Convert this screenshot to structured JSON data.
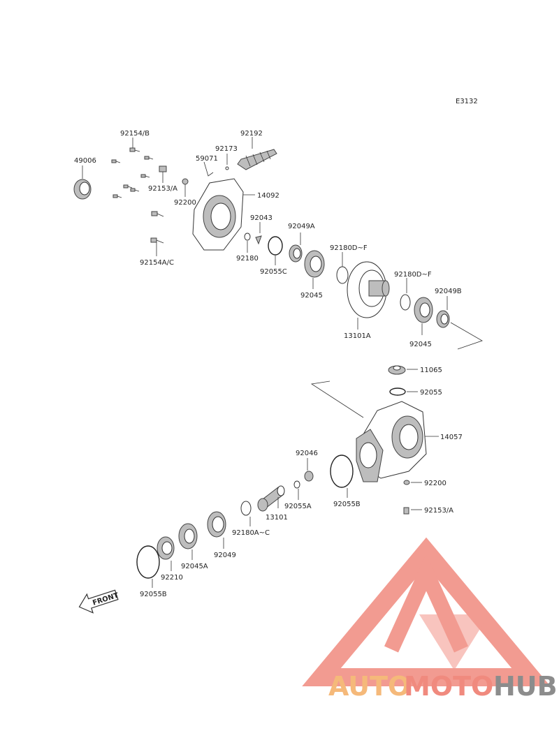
{
  "diagram": {
    "code": "E3132",
    "parts": {
      "p49006": "49006",
      "p92154B": "92154/B",
      "p92173": "92173",
      "p92192": "92192",
      "p59071": "59071",
      "p92153A_top": "92153/A",
      "p92200_top": "92200",
      "p14092": "14092",
      "p92043": "92043",
      "p92049A": "92049A",
      "p92180DF_1": "92180D~F",
      "p92180": "92180",
      "p92055C": "92055C",
      "p92045_1": "92045",
      "p92154AC": "92154A/C",
      "p92180DF_2": "92180D~F",
      "p92049B": "92049B",
      "p13101A": "13101A",
      "p92045_2": "92045",
      "p11065": "11065",
      "p92055": "92055",
      "p14057": "14057",
      "p92046": "92046",
      "p92200_bot": "92200",
      "p92153A_bot": "92153/A",
      "p92055A": "92055A",
      "p92055B_1": "92055B",
      "p13101": "13101",
      "p92180AC": "92180A~C",
      "p92049": "92049",
      "p92045A": "92045A",
      "p92210": "92210",
      "p92055B_2": "92055B"
    },
    "front_arrow": "FRONT"
  },
  "watermark": {
    "text_auto": "AUTO",
    "text_moto": "MOTO",
    "text_hub": "HUB",
    "color_auto": "#f5b97a",
    "color_moto": "#f08a7e",
    "color_hub": "#8c8c8c",
    "logo_color": "#f08a7e"
  }
}
